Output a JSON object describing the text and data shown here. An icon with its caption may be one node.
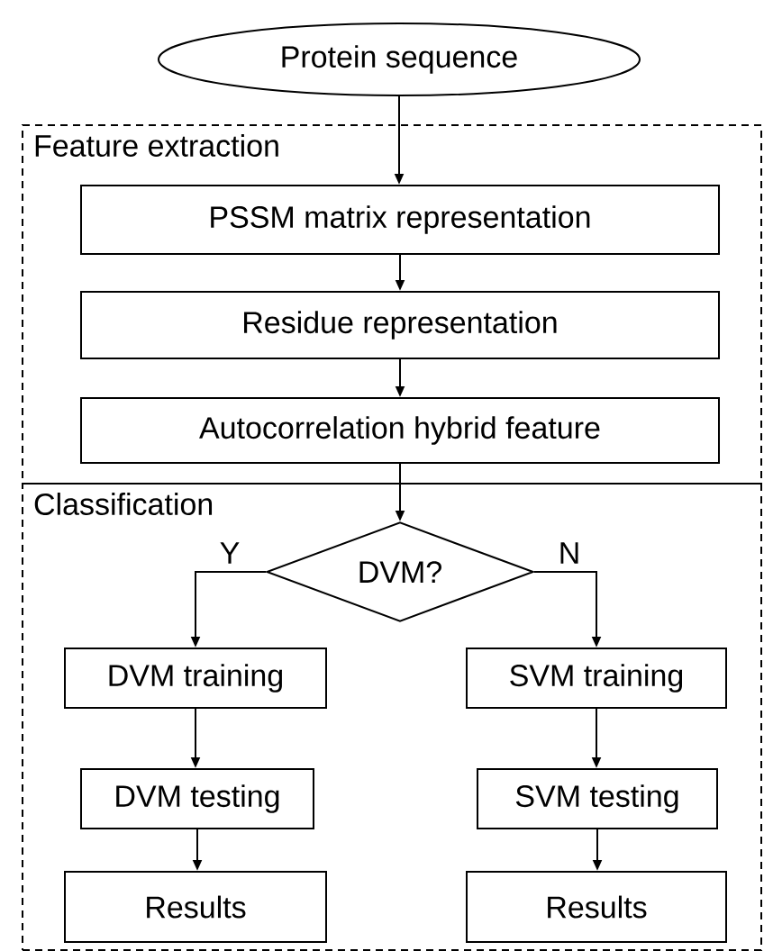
{
  "diagram": {
    "nodes": [
      {
        "text": [
          "Protein sequence"
        ]
      },
      {
        "text": [
          "Feature extraction"
        ]
      },
      {
        "text": [
          "PSSM matrix representation"
        ],
        "in": 1
      },
      {
        "text": [
          "Residue representation"
        ],
        "in": 1
      },
      {
        "text": [
          "Autocorrelation hybrid feature"
        ],
        "in": 1
      },
      {
        "text": [
          "Classification"
        ]
      },
      {
        "text": [
          "DVM?"
        ],
        "in": 5
      },
      {
        "text": [
          "DVM training"
        ],
        "in": 5
      },
      {
        "text": [
          "SVM training"
        ],
        "in": 5
      },
      {
        "text": [
          "DVM testing"
        ],
        "in": 5
      },
      {
        "text": [
          "SVM testing"
        ],
        "in": 5
      },
      {
        "text": [
          "Results"
        ],
        "in": 5
      },
      {
        "text": [
          "Results"
        ],
        "in": 5
      }
    ],
    "edges": [
      {
        "from": 0,
        "to": 2,
        "arrow": "to"
      },
      {
        "from": 2,
        "to": 3,
        "arrow": "to"
      },
      {
        "from": 3,
        "to": 4,
        "arrow": "to"
      },
      {
        "from": 4,
        "to": 6,
        "arrow": "to"
      },
      {
        "from": 6,
        "to": 7,
        "arrow": "to",
        "label": "Y"
      },
      {
        "from": 6,
        "to": 8,
        "arrow": "to",
        "label": "N"
      },
      {
        "from": 7,
        "to": 9,
        "arrow": "to"
      },
      {
        "from": 9,
        "to": 11,
        "arrow": "to"
      },
      {
        "from": 8,
        "to": 10,
        "arrow": "to"
      },
      {
        "from": 10,
        "to": 12,
        "arrow": "to"
      }
    ]
  }
}
